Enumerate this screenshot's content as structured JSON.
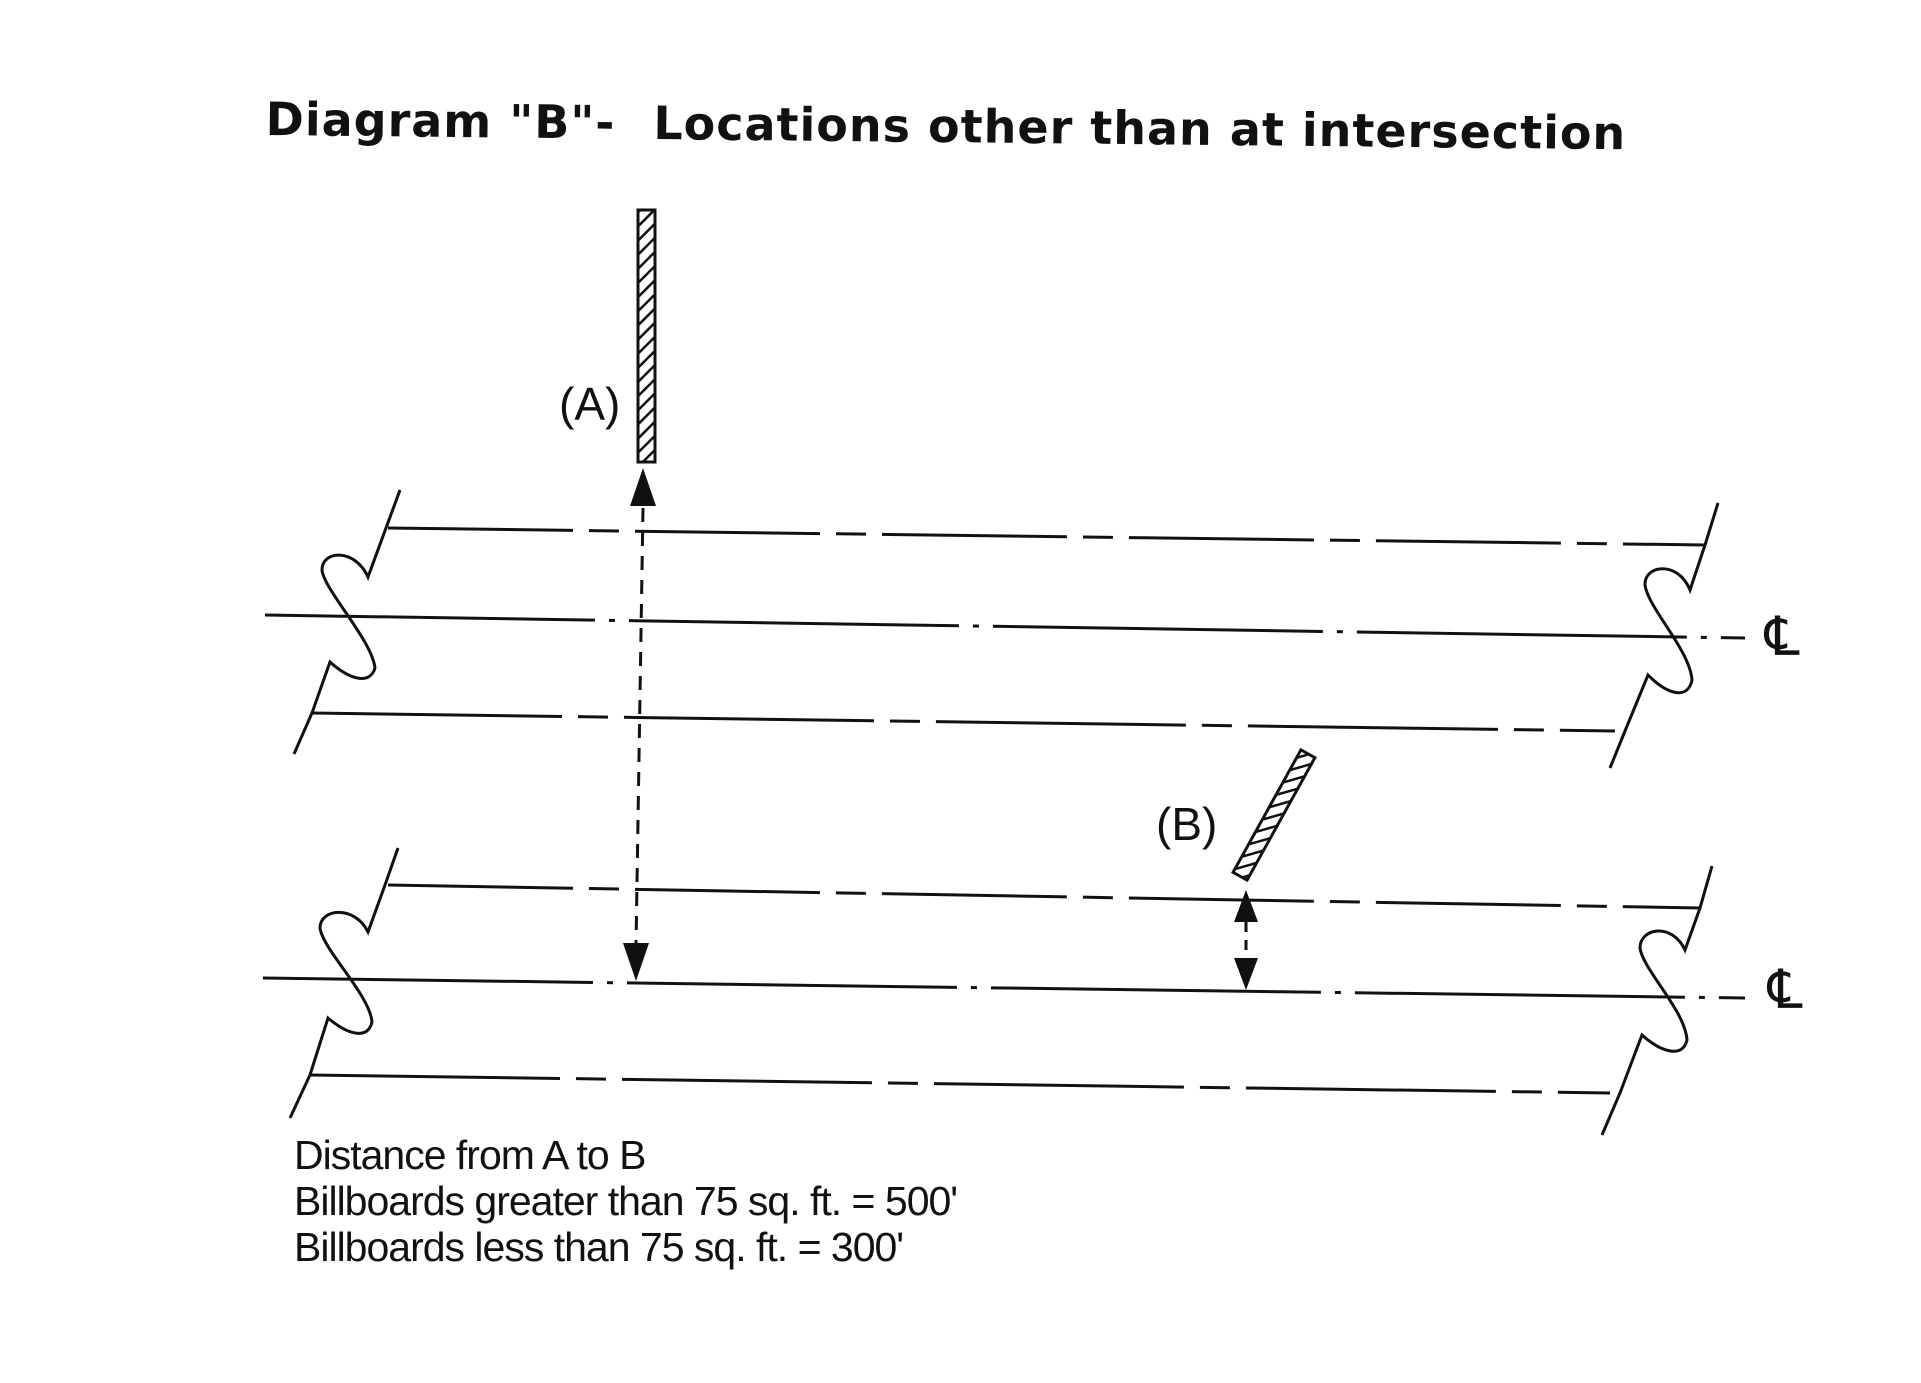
{
  "title": {
    "part_a": "Diagram \"B\"-",
    "part_b": "Locations other than at intersection"
  },
  "labels": {
    "sign_a": "(A)",
    "sign_b": "(B)",
    "centerline_top": "℄",
    "centerline_bottom": "℄"
  },
  "notes": {
    "line1": "Distance from A to B",
    "line2": "Billboards greater than 75 sq. ft. = 500'",
    "line3": "Billboards less than 75 sq. ft. = 300'"
  },
  "colors": {
    "ink": "#111111",
    "background": "#ffffff"
  }
}
